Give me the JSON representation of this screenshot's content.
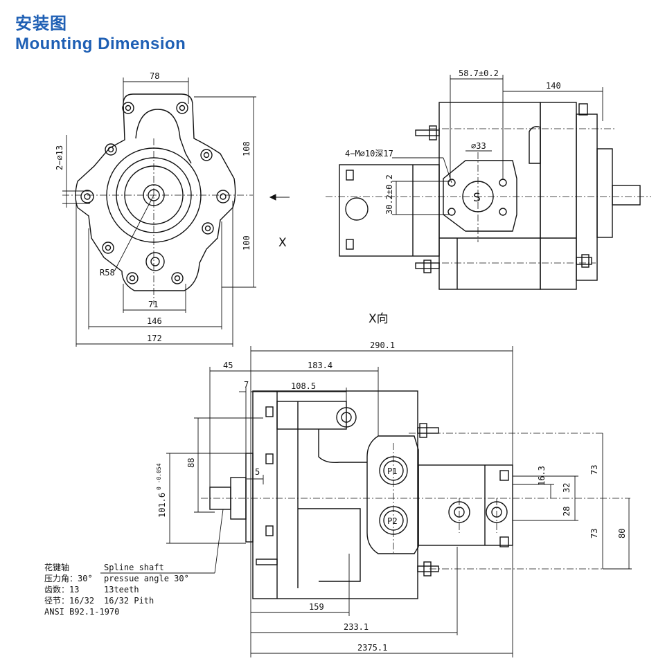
{
  "header": {
    "title_cn": "安装图",
    "title_en": "Mounting Dimension"
  },
  "colors": {
    "title": "#1e5fb4",
    "line": "#111111"
  },
  "front_view": {
    "dim_78": "78",
    "dim_108": "108",
    "dim_100": "100",
    "dim_2m13": "2−∅13",
    "dim_r58": "R58",
    "dim_71": "71",
    "dim_146": "146",
    "dim_172": "172",
    "label_x": "X"
  },
  "side_view": {
    "dim_58_7": "58.7±0.2",
    "dim_140": "140",
    "dim_4m10": "4−M∅10深17",
    "dim_33": "∅33",
    "dim_30_2": "30.2±0.2",
    "port_s": "S",
    "label_xdir": "X向"
  },
  "bottom_view": {
    "dim_290_1": "290.1",
    "dim_45": "45",
    "dim_183_4": "183.4",
    "dim_7": "7",
    "dim_108_5": "108.5",
    "dim_88": "88",
    "dim_5": "5",
    "dim_101_6": "101.6",
    "dim_101_6_tol": "0 -0.054",
    "dim_16_3": "16.3",
    "dim_32": "32",
    "dim_73a": "73",
    "dim_28": "28",
    "dim_73b": "73",
    "dim_80": "80",
    "port_p1": "P1",
    "port_p2": "P2",
    "dim_159": "159",
    "dim_233_1": "233.1",
    "dim_2375_1": "2375.1"
  },
  "spline_note": {
    "cn": [
      "花键轴",
      "压力角：30°",
      "齿数：13",
      "径节：16/32",
      "ANSI B92.1-1970"
    ],
    "en": [
      "Spline shaft",
      "pressue angle 30°",
      "13teeth",
      "16/32 Pith"
    ]
  }
}
